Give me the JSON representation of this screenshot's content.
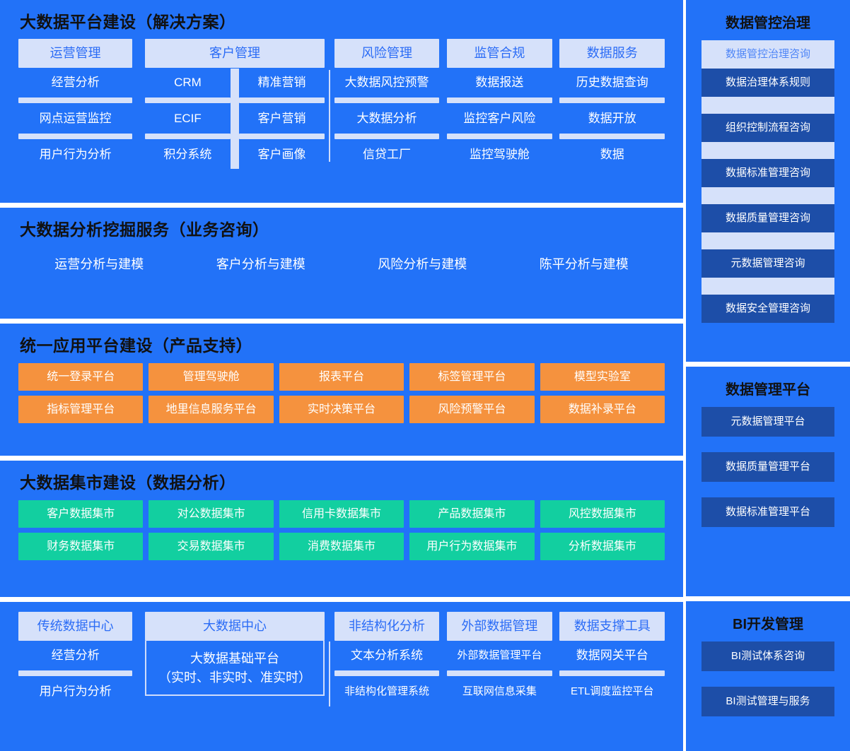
{
  "colors": {
    "panel_blue": "#2272f8",
    "header_light": "#d6e1fa",
    "header_text": "#2b6cf6",
    "orange": "#f5923e",
    "green": "#12cfa0",
    "sidebar_item": "#1d4ea8"
  },
  "sections": {
    "solution": {
      "title": "大数据平台建设（解决方案）",
      "groups": [
        {
          "header": "运营管理",
          "columns": [
            {
              "cells": [
                "经营分析",
                "网点运营监控",
                "用户行为分析"
              ]
            }
          ]
        },
        {
          "header": "客户管理",
          "columns": [
            {
              "cells": [
                "CRM",
                "ECIF",
                "积分系统"
              ]
            },
            {
              "cells": [
                "精准营销",
                "客户营销",
                "客户画像"
              ]
            }
          ]
        },
        {
          "header": "风险管理",
          "columns": [
            {
              "cells": [
                "大数据风控预警",
                "大数据分析",
                "信贷工厂"
              ]
            }
          ]
        },
        {
          "header": "监管合规",
          "columns": [
            {
              "cells": [
                "数据报送",
                "监控客户风险",
                "监控驾驶舱"
              ]
            }
          ]
        },
        {
          "header": "数据服务",
          "columns": [
            {
              "cells": [
                "历史数据查询",
                "数据开放",
                "数据"
              ]
            }
          ]
        }
      ]
    },
    "analysis": {
      "title": "大数据分析挖掘服务（业务咨询）",
      "items": [
        "运营分析与建模",
        "客户分析与建模",
        "风险分析与建模",
        "陈平分析与建模"
      ]
    },
    "unified": {
      "title": "统一应用平台建设（产品支持）",
      "rows": [
        [
          "统一登录平台",
          "管理驾驶舱",
          "报表平台",
          "标签管理平台",
          "模型实验室"
        ],
        [
          "指标管理平台",
          "地里信息服务平台",
          "实时决策平台",
          "风险预警平台",
          "数据补录平台"
        ]
      ]
    },
    "mart": {
      "title": "大数据集市建设（数据分析）",
      "rows": [
        [
          "客户数据集市",
          "对公数据集市",
          "信用卡数据集市",
          "产品数据集市",
          "风控数据集市"
        ],
        [
          "财务数据集市",
          "交易数据集市",
          "消费数据集市",
          "用户行为数据集市",
          "分析数据集市"
        ]
      ]
    },
    "datacenter": {
      "groups": [
        {
          "header": "传统数据中心",
          "type": "list",
          "cells": [
            "经营分析",
            "用户行为分析"
          ]
        },
        {
          "header": "大数据中心",
          "type": "box",
          "box_lines": [
            "大数据基础平台",
            "（实时、非实时、准实时）"
          ]
        },
        {
          "header": "非结构化分析",
          "type": "list",
          "cells": [
            "文本分析系统",
            "非结构化管理系统"
          ]
        },
        {
          "header": "外部数据管理",
          "type": "list",
          "cells": [
            "外部数据管理平台",
            "互联网信息采集"
          ]
        },
        {
          "header": "数据支撑工具",
          "type": "list",
          "cells": [
            "数据网关平台",
            "ETL调度监控平台"
          ]
        }
      ]
    }
  },
  "sidebar": {
    "governance": {
      "title": "数据管控治理",
      "items": [
        "数据管控治理咨询",
        "数据治理体系规则",
        "组织控制流程咨询",
        "数据标准管理咨询",
        "数据质量管理咨询",
        "元数据管理咨询",
        "数据安全管理咨询"
      ]
    },
    "platform": {
      "title": "数据管理平台",
      "items": [
        "元数据管理平台",
        "数据质量管理平台",
        "数据标准管理平台"
      ]
    },
    "bi": {
      "title": "BI开发管理",
      "items": [
        "BI测试体系咨询",
        "BI测试管理与服务"
      ]
    }
  }
}
